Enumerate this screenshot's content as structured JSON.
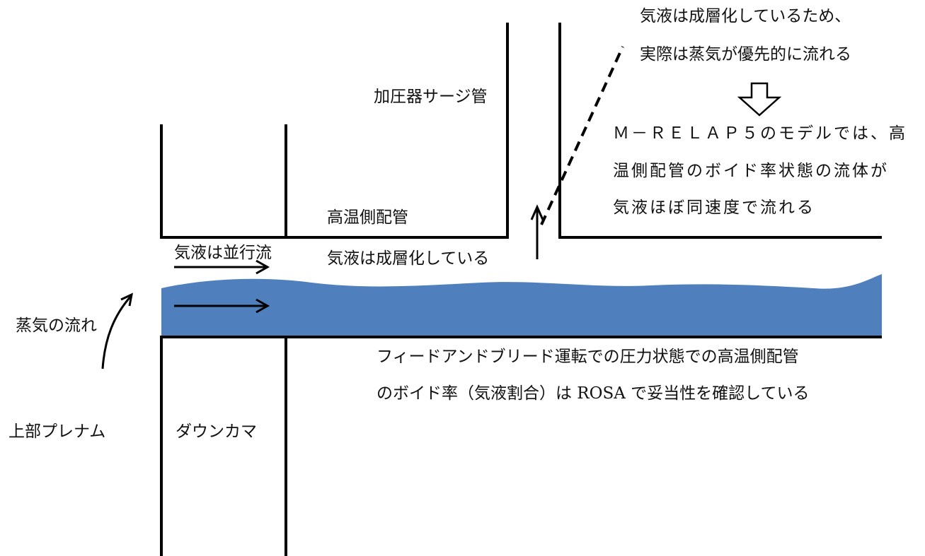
{
  "labels": {
    "surge_line": "加圧器サージ管",
    "hot_leg": "高温側配管",
    "cocurrent": "気液は並行流",
    "stratified": "気液は成層化している",
    "steam_flow": "蒸気の流れ",
    "upper_plenum": "上部プレナム",
    "downcomer": "ダウンカマ"
  },
  "note_top": {
    "line1": "気液は成層化しているため、",
    "line2": "実際は蒸気が優先的に流れる"
  },
  "note_model": {
    "line1": "Ｍ－ＲＥＬＡＰ５のモデルでは、高",
    "line2": "温側配管のボイド率状態の流体が",
    "line3": "気液ほぼ同速度で流れる"
  },
  "note_bottom": {
    "line1": "フィードアンドブリード運転での圧力状態での高温側配管",
    "line2": "のボイド率（気液割合）は ROSA で妥当性を確認している"
  },
  "colors": {
    "water": "#4f80bd",
    "line": "#000000"
  },
  "icons": [
    "down-hollow-arrow-icon",
    "flow-arrow-icon",
    "curved-arrow-icon",
    "up-arrow-icon"
  ]
}
